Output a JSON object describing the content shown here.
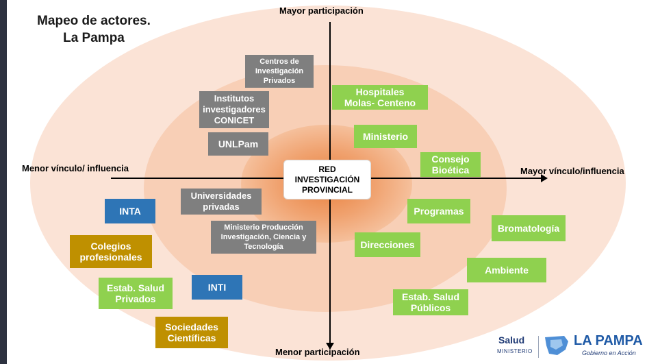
{
  "title": {
    "line1": "Mapeo de actores.",
    "line2": "La Pampa"
  },
  "axes": {
    "top": "Mayor participación",
    "bottom": "Menor participación",
    "left": "Menor vínculo/ influencia",
    "right": "Mayor vínculo/influencia"
  },
  "center": {
    "line1": "RED",
    "line2": "INVESTIGACIÓN",
    "line3": "PROVINCIAL"
  },
  "actors": {
    "centros_investigacion": {
      "line1": "Centros de",
      "line2": "Investigación",
      "line3": "Privados"
    },
    "institutos": {
      "line1": "Institutos",
      "line2": "investigadores",
      "line3": "CONICET"
    },
    "unlpam": "UNLPam",
    "universidades_privadas": {
      "line1": "Universidades",
      "line2": "privadas"
    },
    "ministerio_produccion": {
      "line1": "Ministerio Producción",
      "line2": "Investigación, Ciencia y",
      "line3": "Tecnología"
    },
    "inta": "INTA",
    "colegios": {
      "line1": "Colegios",
      "line2": "profesionales"
    },
    "estab_privados": {
      "line1": "Estab. Salud",
      "line2": "Privados"
    },
    "inti": "INTI",
    "sociedades": {
      "line1": "Sociedades",
      "line2": "Científicas"
    },
    "hospitales": {
      "line1": "Hospitales",
      "line2": "Molas- Centeno"
    },
    "ministerio": "Ministerio",
    "consejo": {
      "line1": "Consejo",
      "line2": "Bioética"
    },
    "programas": "Programas",
    "direcciones": "Direcciones",
    "bromatologia": "Bromatología",
    "ambiente": "Ambiente",
    "estab_publicos": {
      "line1": "Estab. Salud",
      "line2": "Públicos"
    }
  },
  "logo": {
    "salud": "Salud",
    "ministerio": "MINISTERIO",
    "name": "LA PAMPA",
    "tagline": "Gobierno en Acción"
  },
  "colors": {
    "gray": "#7f7f7f",
    "green": "#8fd14f",
    "blue": "#2e75b6",
    "gold": "#bf9000",
    "ring_outer": "#fbe3d6",
    "ring_mid": "#f8cfb6",
    "ring_inner": "#e9803d"
  }
}
